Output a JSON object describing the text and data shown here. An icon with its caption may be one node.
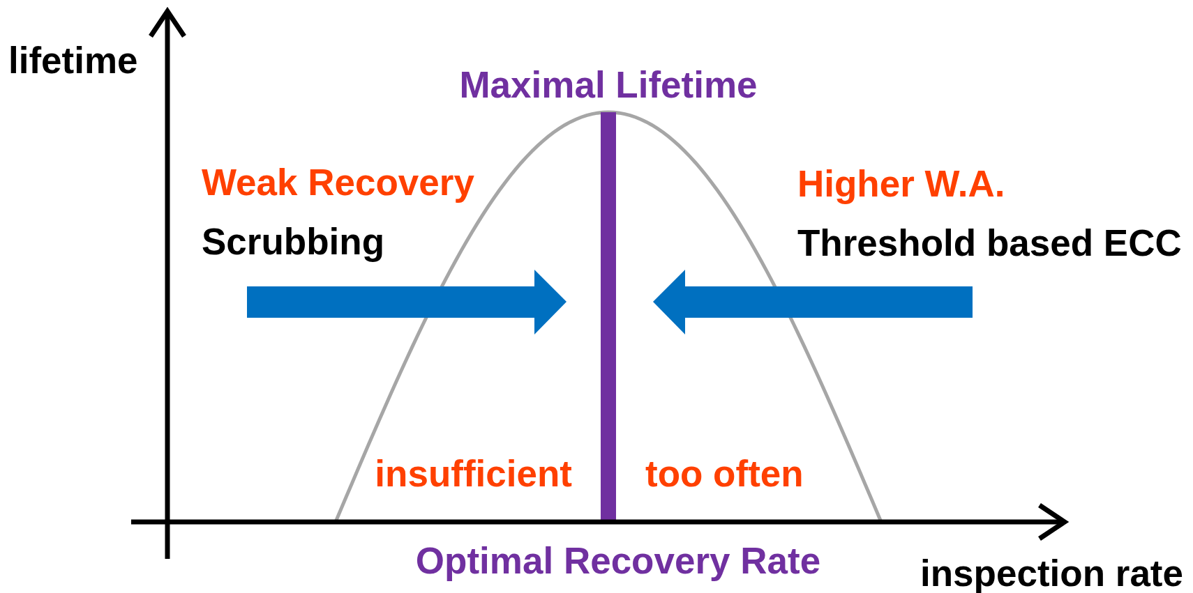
{
  "diagram": {
    "labels": [
      "lifetime",
      "Maximal Lifetime",
      "Weak Recovery",
      "Scrubbing",
      "Higher W.A.",
      "Threshold based ECC",
      "insufficient",
      "too often",
      "Optimal Recovery Rate",
      "inspection rate"
    ]
  }
}
